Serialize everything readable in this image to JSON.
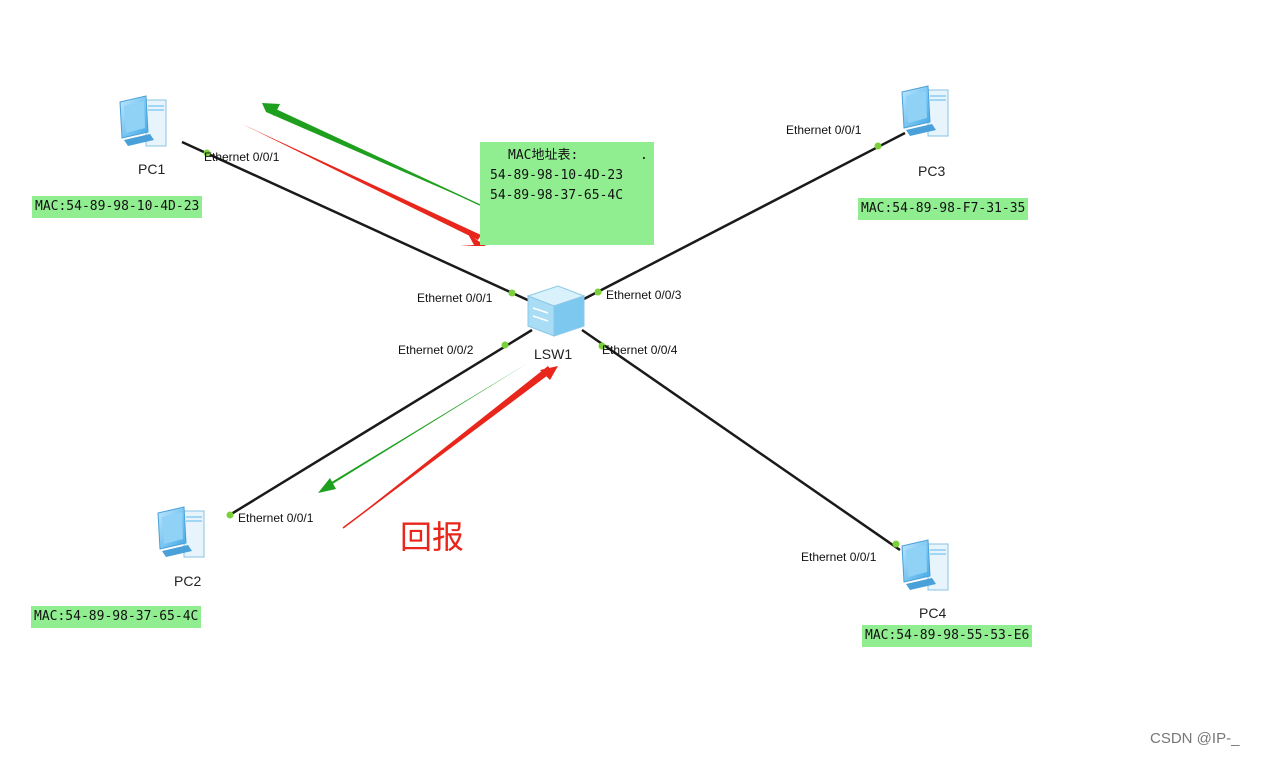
{
  "nodes": {
    "pc1": {
      "name": "PC1",
      "mac": "MAC:54-89-98-10-4D-23",
      "port": "Ethernet 0/0/1"
    },
    "pc2": {
      "name": "PC2",
      "mac": "MAC:54-89-98-37-65-4C",
      "port": "Ethernet 0/0/1"
    },
    "pc3": {
      "name": "PC3",
      "mac": "MAC:54-89-98-F7-31-35",
      "port": "Ethernet 0/0/1"
    },
    "pc4": {
      "name": "PC4",
      "mac": "MAC:54-89-98-55-53-E6",
      "port": "Ethernet 0/0/1"
    },
    "switch": {
      "name": "LSW1",
      "ports": [
        "Ethernet 0/0/1",
        "Ethernet 0/0/2",
        "Ethernet 0/0/3",
        "Ethernet 0/0/4"
      ]
    }
  },
  "mac_table": {
    "title": "MAC地址表:",
    "dot": ".",
    "entries": [
      "54-89-98-10-4D-23",
      "54-89-98-37-65-4C"
    ]
  },
  "reply_label": "回报",
  "watermark": "CSDN @IP-_",
  "colors": {
    "label_bg": "#90ee90",
    "arrow_red": "#e8261b",
    "arrow_green": "#1ea01e",
    "link": "#1a1a1a",
    "port_dot": "#7bd03a",
    "pc_blue": "#5bb8ec"
  },
  "icons": [
    "pc-icon",
    "switch-icon"
  ]
}
